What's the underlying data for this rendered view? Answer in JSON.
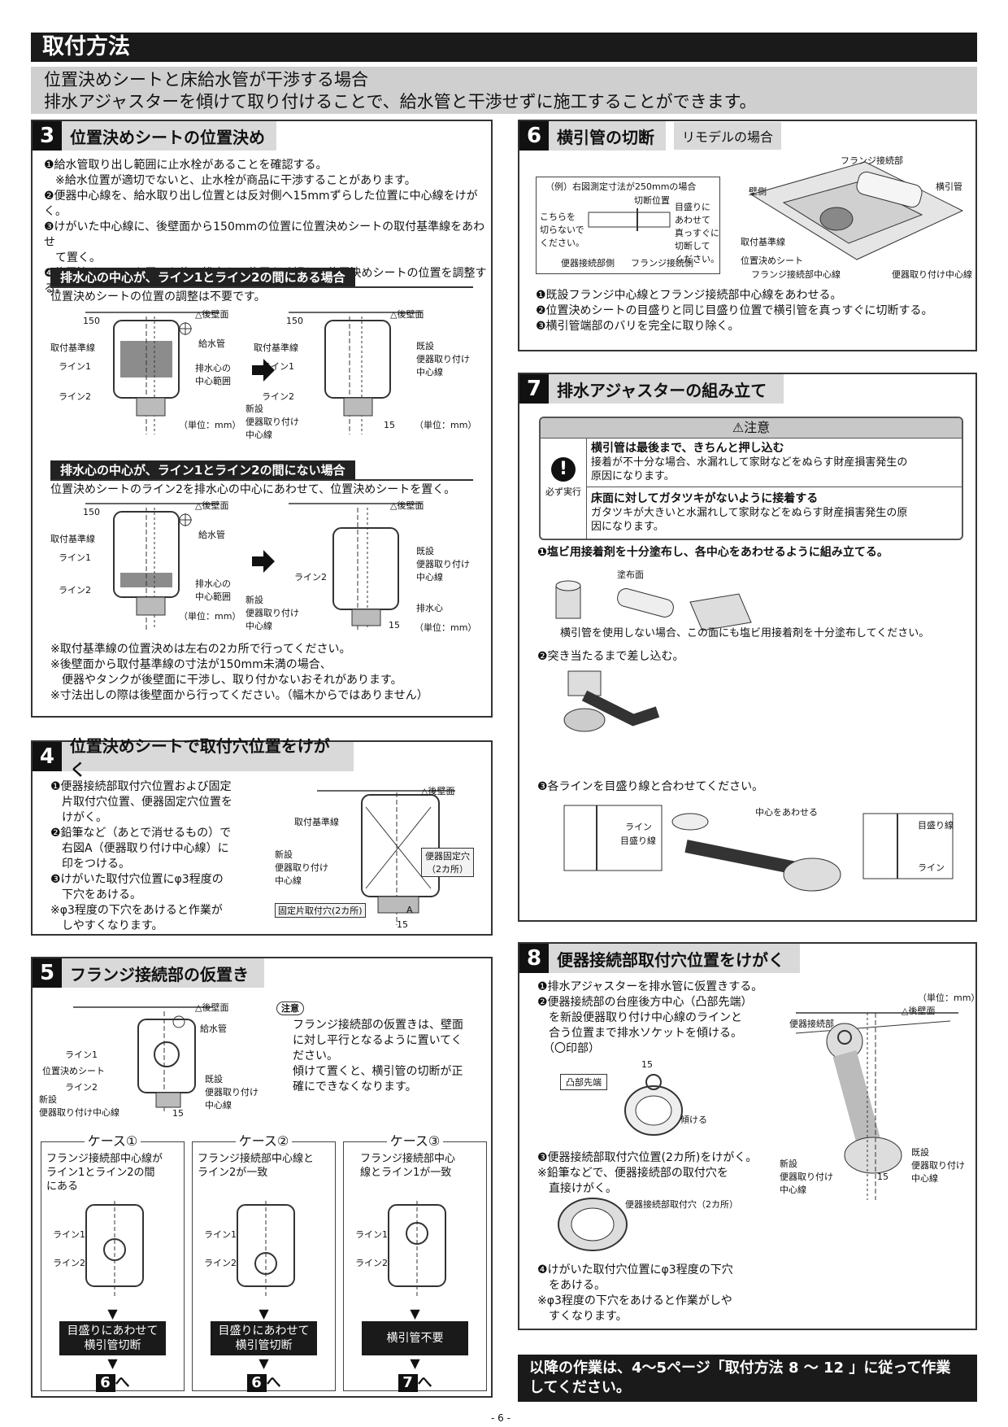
{
  "page": {
    "title": "取付方法",
    "subtitle_line1": "位置決めシートと床給水管が干渉する場合",
    "subtitle_line2": "排水アジャスターを傾けて取り付けることで、給水管と干渉せずに施工することができます。",
    "page_number": "- 6 -"
  },
  "sec3": {
    "num": "3",
    "title": "位置決めシートの位置決め",
    "steps": [
      "❶給水管取り出し範囲に止水栓があることを確認する。",
      "　※給水位置が適切でないと、止水栓が商品に干渉することがあります。",
      "❷便器中心線を、給水取り出し位置とは反対側へ15mmずらした位置に中心線をけがく。",
      "❸けがいた中心線に、後壁面から150mmの位置に位置決めシートの取付基準線をあわせ",
      "　て置く。",
      "❹位置決めシートを置いた後、排水心の位置を確認し、位置決めシートの位置を調整する。"
    ],
    "caseA_label": "排水心の中心が、ライン1とライン2の間にある場合",
    "caseA_text": "位置決めシートの位置の調整は不要です。",
    "caseB_label": "排水心の中心が、ライン1とライン2の間にない場合",
    "caseB_text": "位置決めシートのライン2を排水心の中心にあわせて、位置決めシートを置く。",
    "lbl_150": "150",
    "lbl_rear": "△後壁面",
    "lbl_base": "取付基準線",
    "lbl_line1": "ライン1",
    "lbl_line2": "ライン2",
    "lbl_water": "給水管",
    "lbl_range1": "排水心の",
    "lbl_range2": "中心範囲",
    "lbl_unit": "（単位：mm）",
    "lbl_exist1": "既設",
    "lbl_exist2": "便器取り付け",
    "lbl_exist3": "中心線",
    "lbl_new1": "新設",
    "lbl_new2": "便器取り付け",
    "lbl_new3": "中心線",
    "lbl_15": "15",
    "lbl_drain": "排水心",
    "notes": [
      "※取付基準線の位置決めは左右の2カ所で行ってください。",
      "※後壁面から取付基準線の寸法が150mm未満の場合、",
      "　便器やタンクが後壁面に干渉し、取り付かないおそれがあります。",
      "※寸法出しの際は後壁面から行ってください。（幅木からではありません）"
    ]
  },
  "sec4": {
    "num": "4",
    "title": "位置決めシートで取付穴位置をけがく",
    "steps": [
      "❶便器接続部取付穴位置および固定",
      "　片取付穴位置、便器固定穴位置を",
      "　けがく。",
      "❷鉛筆など（あとで消せるもの）で",
      "　右図A（便器取り付け中心線）に",
      "　印をつける。",
      "❸けがいた取付穴位置にφ3程度の",
      "　下穴をあける。",
      "※φ3程度の下穴をあけると作業が",
      "　しやすくなります。"
    ],
    "lbl_rear": "△後壁面",
    "lbl_base": "取付基準線",
    "lbl_new1": "新設",
    "lbl_new2": "便器取り付け",
    "lbl_new3": "中心線",
    "lbl_fix1": "便器固定穴",
    "lbl_fix2": "（2カ所）",
    "lbl_fixpiece": "固定片取付穴(2カ所)",
    "lbl_A": "A",
    "lbl_15": "15"
  },
  "sec5": {
    "num": "5",
    "title": "フランジ接続部の仮置き",
    "note_badge": "注意",
    "note": [
      "フランジ接続部の仮置きは、壁面",
      "に対し平行となるように置いてく",
      "ださい。",
      "傾けて置くと、横引管の切断が正",
      "確にできなくなります。"
    ],
    "lbl_rear": "△後壁面",
    "lbl_water": "給水管",
    "lbl_line1": "ライン1",
    "lbl_sheet": "位置決めシート",
    "lbl_line2": "ライン2",
    "lbl_exist1": "既設",
    "lbl_exist2": "便器取り付け",
    "lbl_exist3": "中心線",
    "lbl_new1": "新設",
    "lbl_new2": "便器取り付け中心線",
    "lbl_15": "15",
    "cases": [
      {
        "head": "ケース①",
        "desc1": "フランジ接続部中心線が",
        "desc2": "ライン1とライン2の間",
        "desc3": "にある",
        "action1": "目盛りにあわせて",
        "action2": "横引管切断",
        "goto": "6",
        "goto_suffix": "へ"
      },
      {
        "head": "ケース②",
        "desc1": "フランジ接続部中心線と",
        "desc2": "ライン2が一致",
        "desc3": "",
        "action1": "目盛りにあわせて",
        "action2": "横引管切断",
        "goto": "6",
        "goto_suffix": "へ"
      },
      {
        "head": "ケース③",
        "desc1": "フランジ接続部中心",
        "desc2": "線とライン1が一致",
        "desc3": "",
        "action1": "横引管不要",
        "action2": "",
        "goto": "7",
        "goto_suffix": "へ"
      }
    ],
    "lbl_line1s": "ライン1",
    "lbl_line2s": "ライン2"
  },
  "sec6": {
    "num": "6",
    "title": "横引管の切断",
    "tag": "リモデルの場合",
    "example": "（例）右図測定寸法が250mmの場合",
    "lbl_cutpos": "切断位置",
    "lbl_leftnote1": "こちらを",
    "lbl_leftnote2": "切らないで",
    "lbl_leftnote3": "ください。",
    "lbl_rightnote1": "目盛りに",
    "lbl_rightnote2": "あわせて",
    "lbl_rightnote3": "真っすぐに",
    "lbl_rightnote4": "切断して",
    "lbl_rightnote5": "ください。",
    "lbl_toiletside": "便器接続部側",
    "lbl_flangeside": "フランジ接続側",
    "lbl_flange": "フランジ接続部",
    "lbl_wall": "壁側",
    "lbl_pipe": "横引管",
    "lbl_base": "取付基準線",
    "lbl_sheet": "位置決めシート",
    "lbl_flangecenter": "フランジ接続部中心線",
    "lbl_existcenter": "便器取り付け中心線",
    "steps": [
      "❶既設フランジ中心線とフランジ接続部中心線をあわせる。",
      "❷位置決めシートの目盛りと同じ目盛り位置で横引管を真っすぐに切断する。",
      "❸横引管端部のバリを完全に取り除く。"
    ]
  },
  "sec7": {
    "num": "7",
    "title": "排水アジャスターの組み立て",
    "caution_head": "⚠注意",
    "mandatory": "必ず実行",
    "c1_title": "横引管は最後まで、きちんと押し込む",
    "c1_body1": "接着が不十分な場合、水漏れして家財などをぬらす財産損害発生の",
    "c1_body2": "原因になります。",
    "c2_title": "床面に対してガタツキがないように接着する",
    "c2_body1": "ガタツキが大きいと水漏れして家財などをぬらす財産損害発生の原",
    "c2_body2": "因になります。",
    "step1": "❶塩ビ用接着剤を十分塗布し、各中心をあわせるように組み立てる。",
    "lbl_apply": "塗布面",
    "apply_note": "横引管を使用しない場合、この面にも塩ビ用接着剤を十分塗布してください。",
    "step2": "❷突き当たるまで差し込む。",
    "step3": "❸各ラインを目盛り線と合わせてください。",
    "lbl_center": "中心をあわせる",
    "lbl_line": "ライン",
    "lbl_scale": "目盛り線"
  },
  "sec8": {
    "num": "8",
    "title": "便器接続部取付穴位置をけがく",
    "steps": [
      "❶排水アジャスターを排水管に仮置きする。",
      "❷便器接続部の台座後方中心（凸部先端）",
      "　を新設便器取り付け中心線のラインと",
      "　合う位置まで排水ソケットを傾ける。",
      "　（〇印部）"
    ],
    "lbl_15": "15",
    "lbl_convex": "凸部先端",
    "lbl_tilt": "傾ける",
    "steps2": [
      "❸便器接続部取付穴位置(2カ所)をけがく。",
      "※鉛筆などで、便器接続部の取付穴を",
      "　直接けがく。"
    ],
    "lbl_holes": "便器接続部取付穴（2カ所）",
    "steps3": [
      "❹けがいた取付穴位置にφ3程度の下穴",
      "　をあける。",
      "※φ3程度の下穴をあけると作業がしや",
      "　すくなります。"
    ],
    "lbl_unit": "（単位：mm）",
    "lbl_rear": "△後壁面",
    "lbl_conn": "便器接続部",
    "lbl_new1": "新設",
    "lbl_new2": "便器取り付け",
    "lbl_new3": "中心線",
    "lbl_exist1": "既設",
    "lbl_exist2": "便器取り付け",
    "lbl_exist3": "中心線"
  },
  "footer": {
    "line1": "以降の作業は、4～5ページ「取付方法 8 ～ 12 」に従って作業",
    "line2": "してください。"
  }
}
